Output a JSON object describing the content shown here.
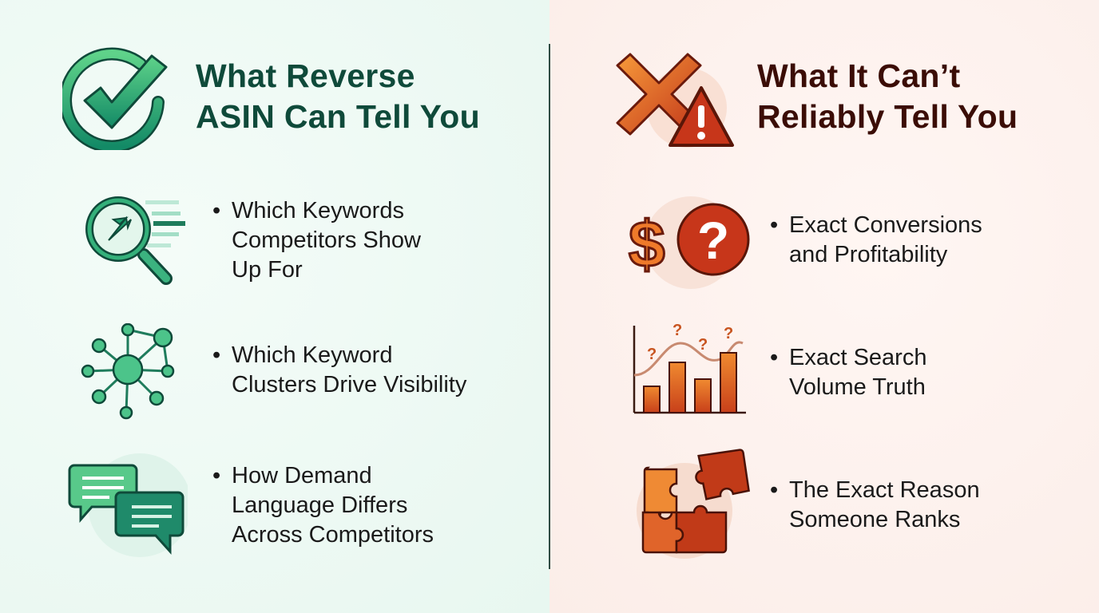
{
  "left": {
    "title_line1": "What Reverse",
    "title_line2": "ASIN Can Tell You",
    "accent": "#1f9e6e",
    "items": [
      {
        "icon": "magnifier-cursor-icon",
        "lines": [
          "Which Keywords",
          "Competitors Show",
          "Up For"
        ]
      },
      {
        "icon": "network-nodes-icon",
        "lines": [
          "Which Keyword",
          "Clusters Drive Visibility"
        ]
      },
      {
        "icon": "chat-bubbles-icon",
        "lines": [
          "How Demand",
          "Language Differs",
          "Across Competitors"
        ]
      }
    ]
  },
  "right": {
    "title_line1": "What It Can’t",
    "title_line2": "Reliably Tell You",
    "accent": "#d2451a",
    "items": [
      {
        "icon": "dollar-question-icon",
        "lines": [
          "Exact Conversions",
          "and Profitability"
        ]
      },
      {
        "icon": "bar-chart-question-icon",
        "lines": [
          "Exact Search",
          "Volume Truth"
        ]
      },
      {
        "icon": "puzzle-icon",
        "lines": [
          "The Exact Reason",
          "Someone Ranks"
        ]
      }
    ]
  },
  "bullet": "•"
}
